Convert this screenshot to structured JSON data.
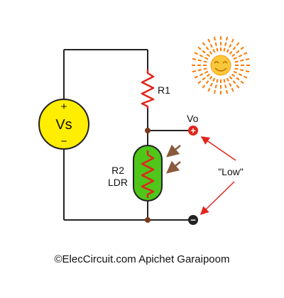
{
  "source": {
    "label": "Vs",
    "plus_sign": "+",
    "minus_sign": "−"
  },
  "resistor": {
    "label": "R1"
  },
  "ldr": {
    "label_line1": "R2",
    "label_line2": "LDR"
  },
  "output": {
    "label": "Vo",
    "plus_sign": "+",
    "minus_sign": "−"
  },
  "annotation": {
    "text": "\"Low\""
  },
  "credit": {
    "text": "©ElecCircuit.com Apichet Garaipoom"
  },
  "colors": {
    "wire": "#222222",
    "resistor": "#e0261b",
    "source_fill": "#ffee00",
    "ldr_fill": "#4ec61a",
    "sun_face": "#f8c83a",
    "sun_rays": "#ff7a00",
    "arrow": "#e0261b",
    "terminal_pos": "#e0261b",
    "terminal_neg": "#222222",
    "light_arrow": "#8a5a3c",
    "junction": "#7a3b1c"
  }
}
